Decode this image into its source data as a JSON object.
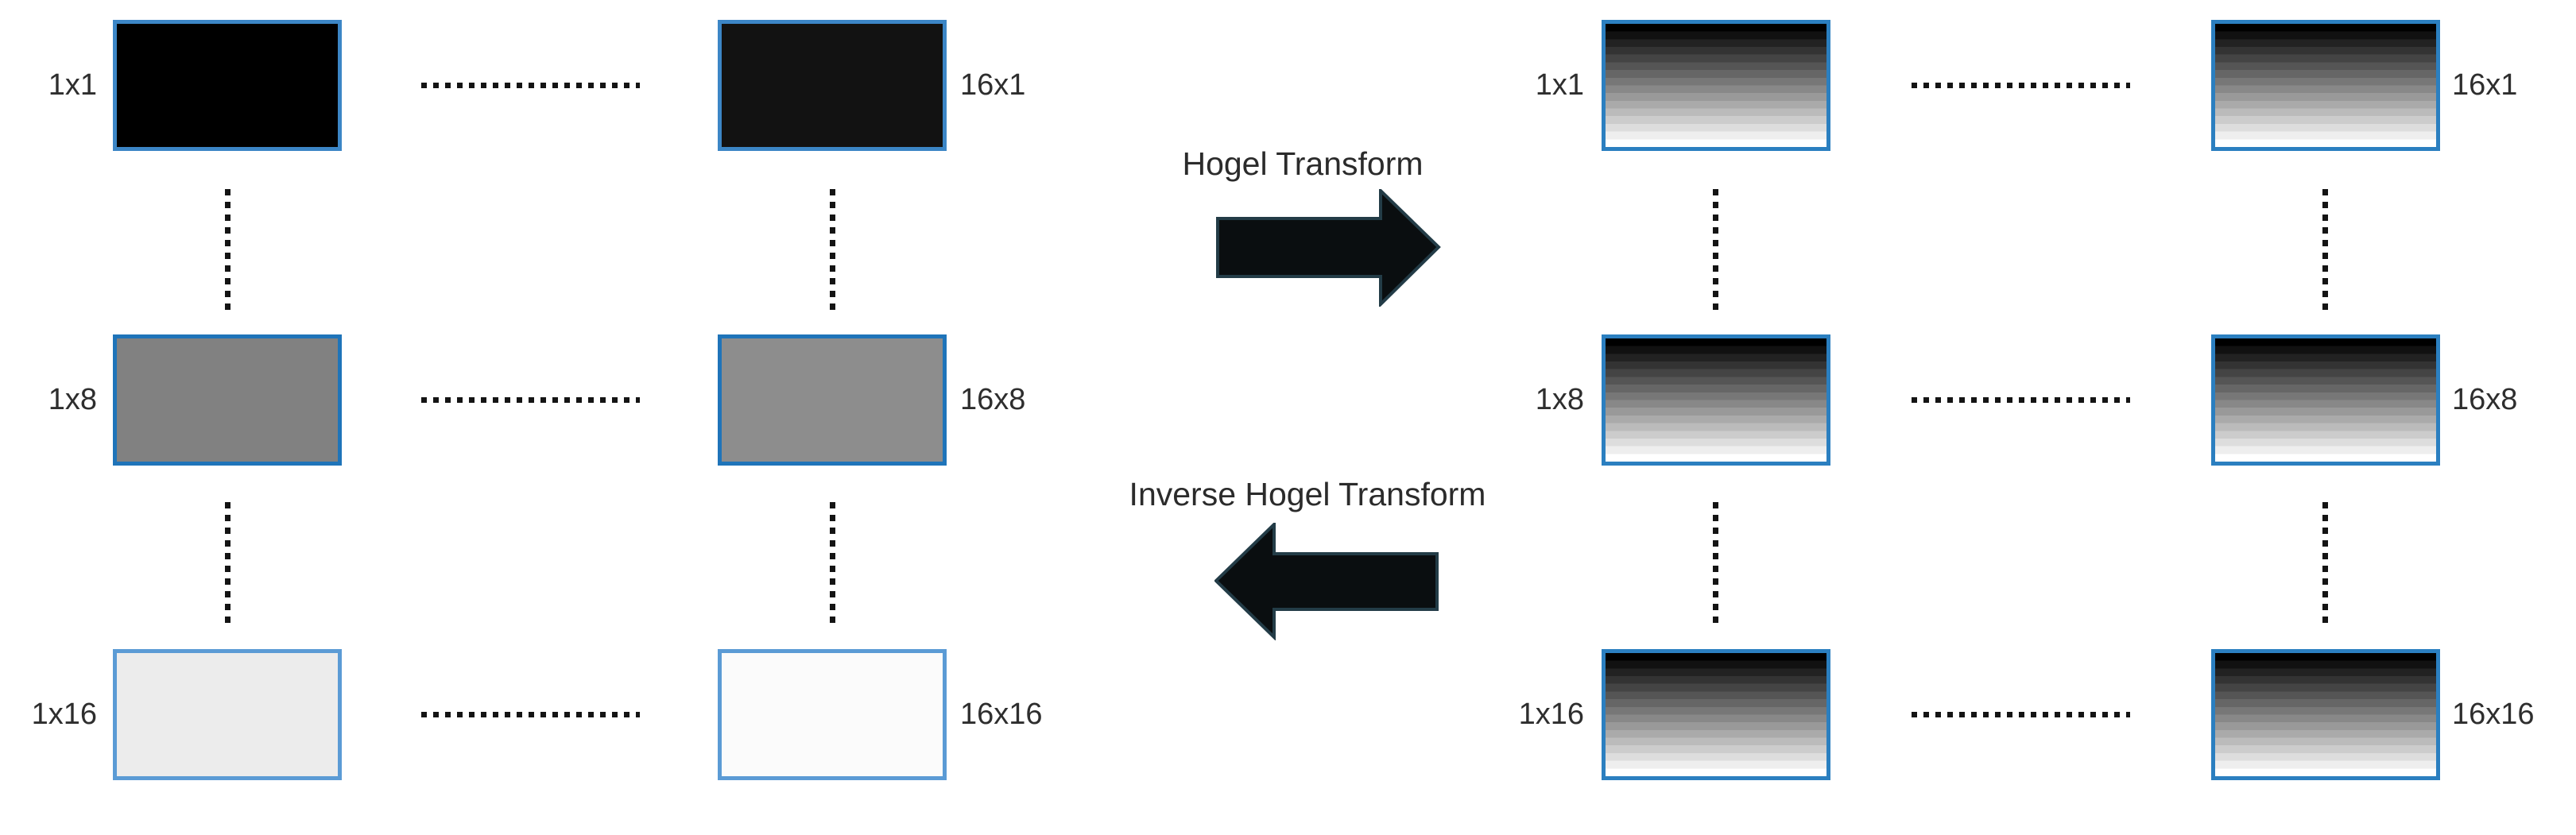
{
  "colors": {
    "background": "#ffffff",
    "dotted_line": "#141414",
    "label_text": "#2e2e2e",
    "transform_text": "#2b2b2b",
    "arrow_fill": "#0a0e10",
    "arrow_outline": "#233c47",
    "cell_border_row1": "#3c86c6",
    "cell_border_row2": "#1f74b9",
    "cell_border_row3": "#5b9bd5",
    "cell_border_right": "#2b7fc0"
  },
  "left_grid": {
    "cells": [
      {
        "label": "1x1",
        "fill": "#000000",
        "border": "#3c86c6"
      },
      {
        "label": "16x1",
        "fill": "#121212",
        "border": "#3c86c6"
      },
      {
        "label": "1x8",
        "fill": "#818181",
        "border": "#1f74b9"
      },
      {
        "label": "16x8",
        "fill": "#8d8d8d",
        "border": "#1f74b9"
      },
      {
        "label": "1x16",
        "fill": "#ececec",
        "border": "#5b9bd5"
      },
      {
        "label": "16x16",
        "fill": "#fbfbfb",
        "border": "#5b9bd5"
      }
    ]
  },
  "right_grid": {
    "cells": [
      {
        "label": "1x1",
        "fill": "hogel-gradient",
        "border": "#2b7fc0"
      },
      {
        "label": "16x1",
        "fill": "hogel-gradient",
        "border": "#2b7fc0"
      },
      {
        "label": "1x8",
        "fill": "hogel-gradient",
        "border": "#2b7fc0"
      },
      {
        "label": "16x8",
        "fill": "hogel-gradient",
        "border": "#2b7fc0"
      },
      {
        "label": "1x16",
        "fill": "hogel-gradient",
        "border": "#2b7fc0"
      },
      {
        "label": "16x16",
        "fill": "hogel-gradient",
        "border": "#2b7fc0"
      }
    ],
    "gradient": {
      "direction": "to bottom",
      "from": "#000000",
      "to": "#ffffff",
      "steps": 16
    }
  },
  "transforms": {
    "forward_label": "Hogel Transform",
    "inverse_label": "Inverse Hogel Transform"
  }
}
